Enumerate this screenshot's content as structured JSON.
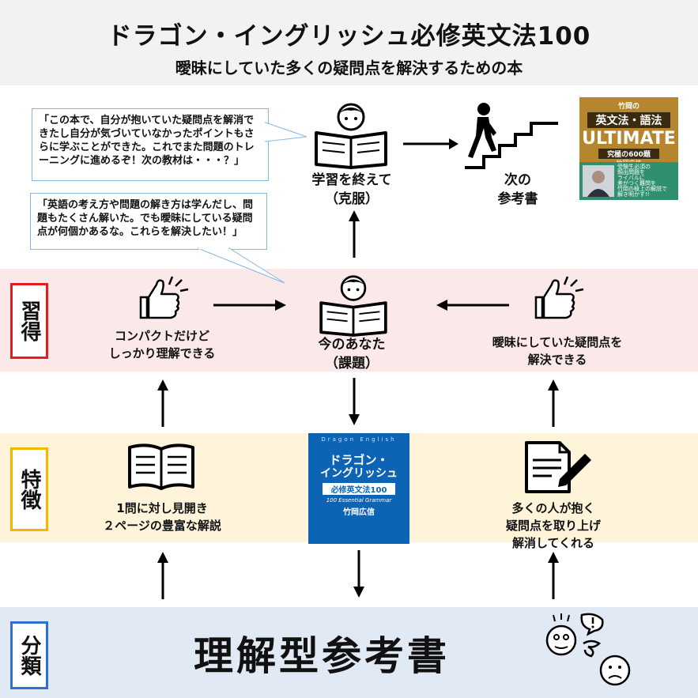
{
  "header": {
    "title": "ドラゴン・イングリッシュ必修英文法100",
    "subtitle": "曖昧にしていた多くの疑問点を解決するための本"
  },
  "rows": {
    "shutoku": "習得",
    "tokucho": "特徴",
    "bunrui": "分類"
  },
  "bubbles": {
    "top": "「この本で、自分が抱いていた疑問点を解消できたし自分が気づいていなかったポイントもさらに学ぶことができた。これでまた問題のトレーニングに進めるぞ！次の教材は・・・？」",
    "middle": "「英語の考え方や問題の解き方は学んだし、問題もたくさん解いた。でも曖昧にしている疑問点が何個かあるな。これらを解決したい！」"
  },
  "nodes": {
    "finished_line1": "学習を終えて",
    "finished_line2": "（克服）",
    "next_line1": "次の",
    "next_line2": "参考書",
    "current_line1": "今のあなた",
    "current_line2": "（課題）",
    "left_good_line1": "コンパクトだけど",
    "left_good_line2": "しっかり理解できる",
    "right_good_line1": "曖昧にしていた疑問点を",
    "right_good_line2": "解決できる",
    "feature_left_line1": "1問に対し見開き",
    "feature_left_line2": "２ページの豊富な解説",
    "feature_right_line1": "多くの人が抱く",
    "feature_right_line2": "疑問点を取り上げ",
    "feature_right_line3": "解消してくれる",
    "category": "理解型参考書"
  },
  "book_center": {
    "series": "Dragon English",
    "title_line1": "ドラゴン・",
    "title_line2": "イングリッシュ",
    "subtitle": "必修英文法100",
    "tagline": "100 Essential Grammar",
    "author": "竹岡広信"
  },
  "book_next": {
    "top_label": "竹岡の",
    "title": "英文法・語法",
    "big": "ULTIMATE",
    "sub": "究極の600題",
    "author": "竹岡広信",
    "blurb_line1": "受験生必須の",
    "blurb_line2": "頻出問題を",
    "blurb_line3": "ライバルに",
    "blurb_line4": "差がつく難問を",
    "blurb_line5": "竹岡の極上の解説で",
    "blurb_line6": "解き明かす!!"
  },
  "colors": {
    "shutoku_band": "#fbe9e9",
    "tokucho_band": "#fff4da",
    "bunrui_band": "#e1e9f4",
    "shutoku_border": "#e02020",
    "tokucho_border": "#f2b800",
    "bunrui_border": "#2f6fd0",
    "book_blue": "#0d64b5",
    "book_gold": "#b5862e"
  }
}
